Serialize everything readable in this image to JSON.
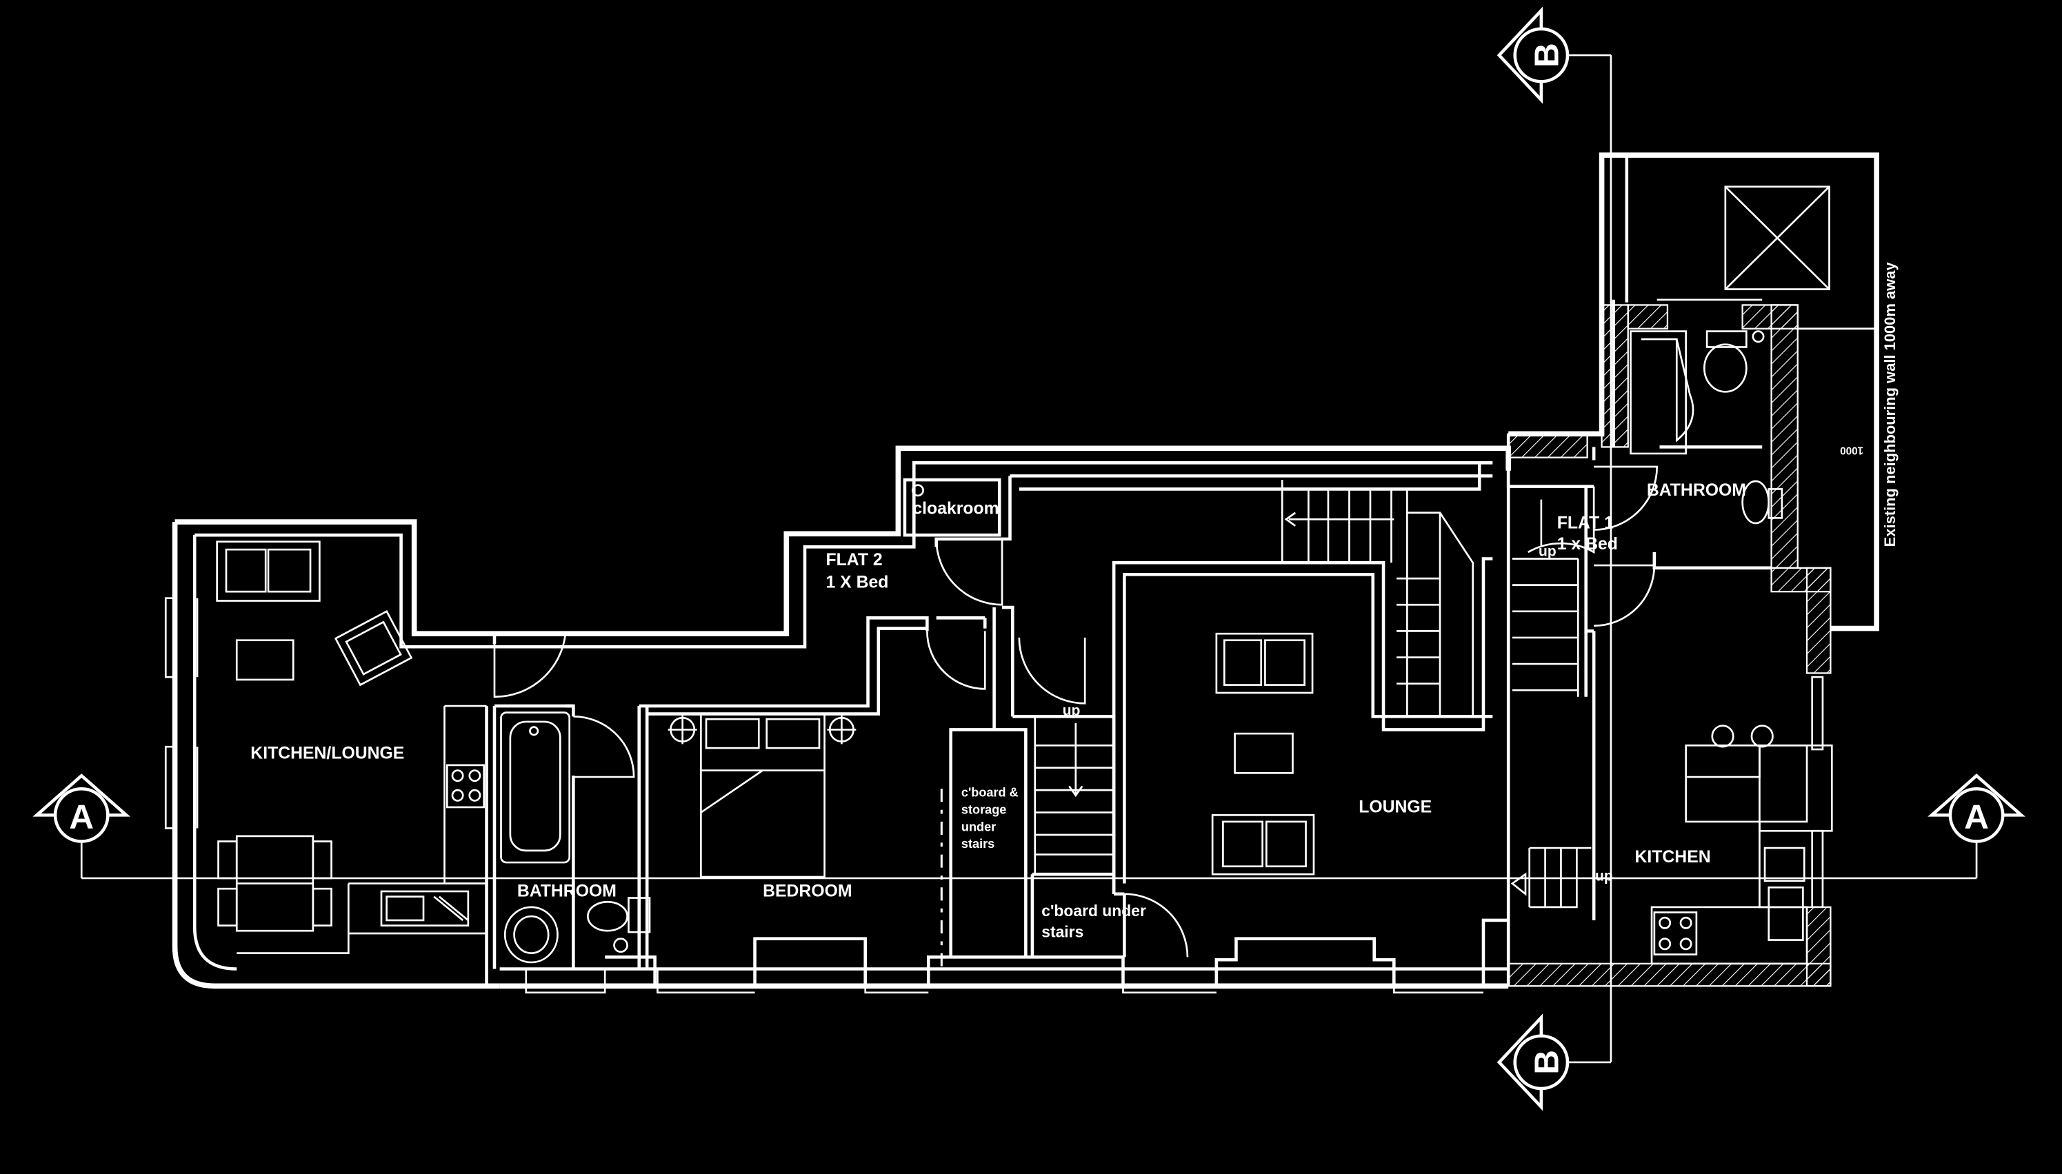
{
  "rooms": {
    "kitchen_lounge": "KITCHEN/LOUNGE",
    "flat2_title": "FLAT 2",
    "flat2_beds": "1 X Bed",
    "cloakroom": "cloakroom",
    "bathroom_flat2": "BATHROOM",
    "bedroom": "BEDROOM",
    "cboard_storage": [
      "c'board &",
      "storage",
      "under",
      "stairs"
    ],
    "cboard_under": [
      "c'board under",
      "stairs"
    ],
    "lounge": "LOUNGE",
    "flat1_title": "FLAT 1",
    "flat1_beds": "1 x Bed",
    "bathroom_flat1": "BATHROOM",
    "kitchen": "KITCHEN"
  },
  "stairs": {
    "up_1": "up",
    "up_2": "up",
    "up_3": "up"
  },
  "section_markers": {
    "a_left": "A",
    "a_right": "A",
    "b_top": "B",
    "b_bottom": "B"
  },
  "annotations": {
    "neighbouring_wall": "Existing neighbouring wall 1000m away",
    "dimension": "1000"
  }
}
